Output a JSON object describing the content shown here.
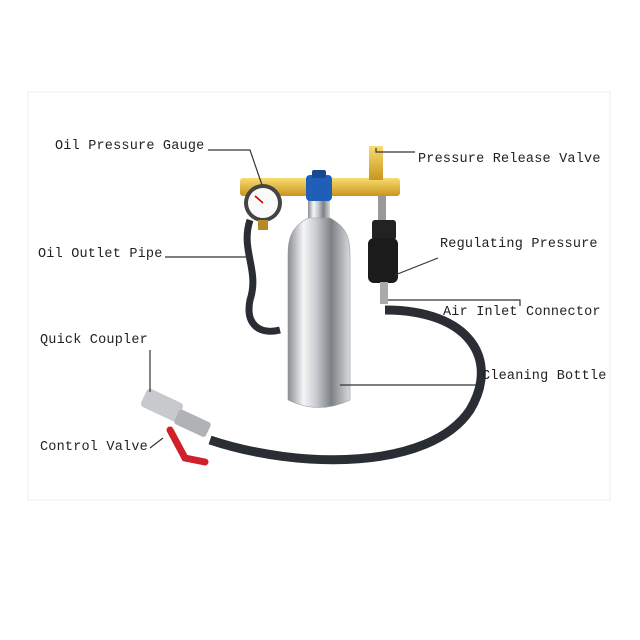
{
  "labels": {
    "oil_pressure_gauge": "Oil Pressure Gauge",
    "pressure_release_valve": "Pressure Release Valve",
    "regulating_pressure": "Regulating Pressure",
    "oil_outlet_pipe": "Oil Outlet Pipe",
    "air_inlet_connector": "Air Inlet Connector",
    "quick_coupler": "Quick Coupler",
    "cleaning_bottle": "Cleaning Bottle",
    "control_valve": "Control Valve"
  },
  "colors": {
    "manifold": "#e8b830",
    "cap": "#1f5fb8",
    "hose": "#2a2d33",
    "handle": "#d0202a"
  }
}
